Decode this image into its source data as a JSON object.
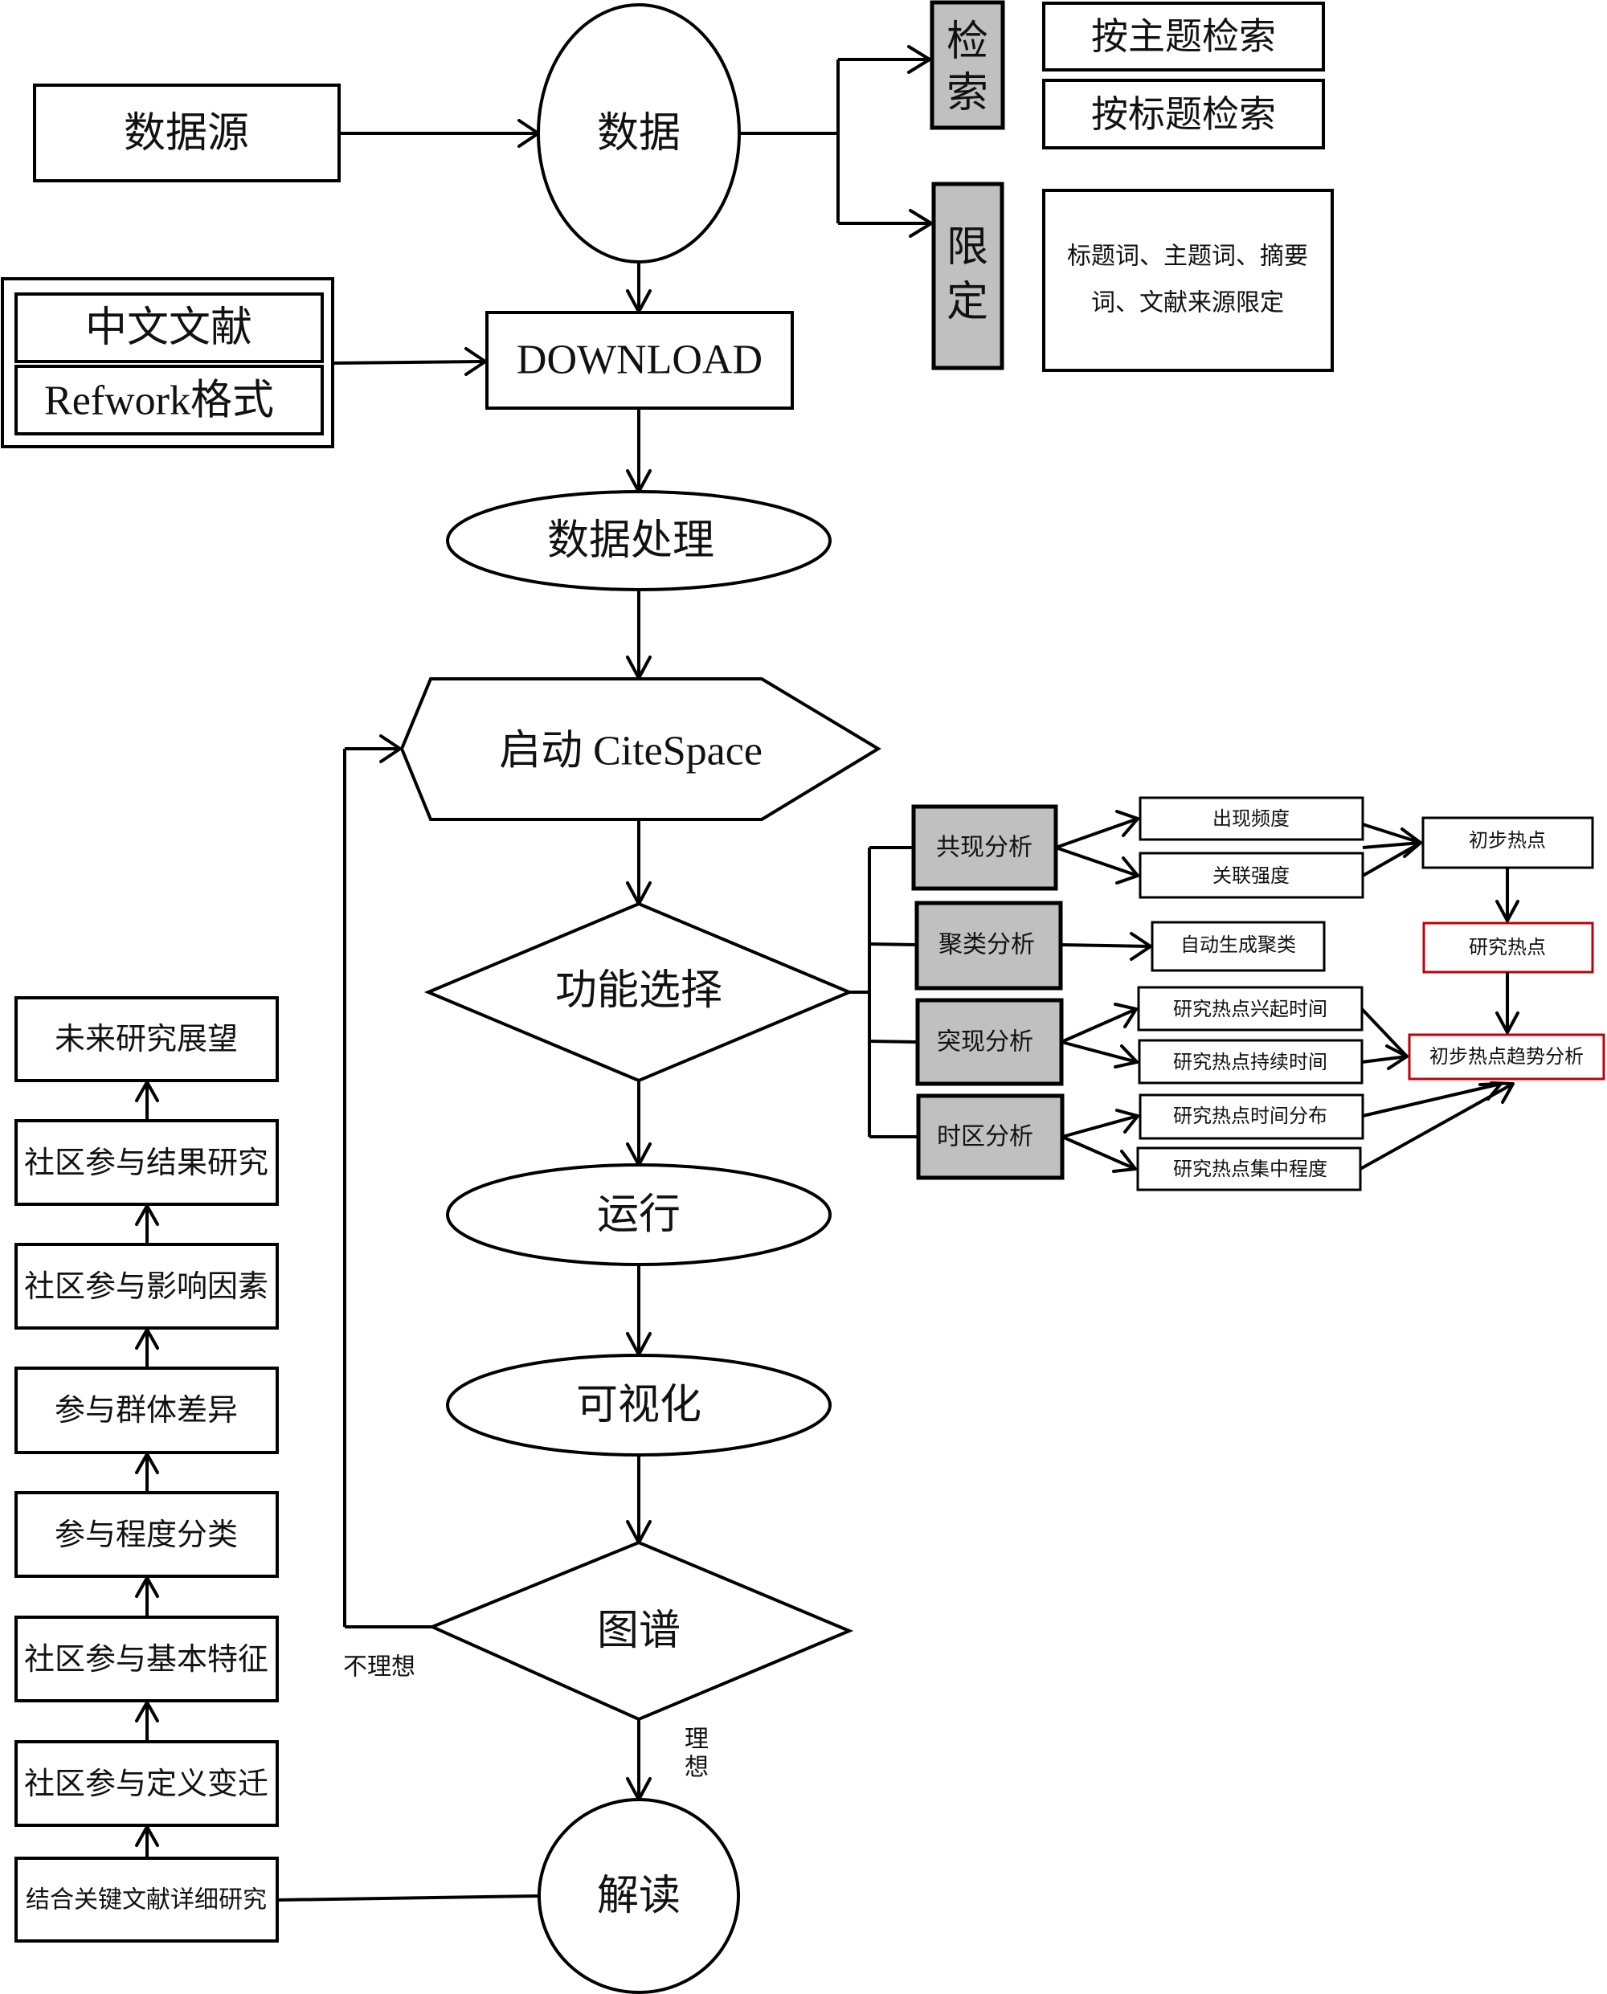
{
  "diagram": {
    "type": "flowchart",
    "nodes": {
      "data_source": "数据源",
      "data": "数据",
      "retrieve": "检索",
      "retrieve_by_topic": "按主题检索",
      "retrieve_by_title": "按标题检索",
      "limit": "限定",
      "limit_desc_line1": "标题词、主题词、摘要",
      "limit_desc_line2": "词、文献来源限定",
      "chinese_literature": "中文文献",
      "refwork_format": "Refwork格式",
      "download": "DOWNLOAD",
      "data_processing": "数据处理",
      "launch_citespace": "启动 CiteSpace",
      "function_select": "功能选择",
      "run": "运行",
      "visualize": "可视化",
      "map": "图谱",
      "interpret": "解读"
    },
    "branch_labels": {
      "not_ideal": "不理想",
      "ideal_1": "理",
      "ideal_2": "想"
    },
    "analyses": [
      {
        "label": "共现分析",
        "outputs": [
          "出现频度",
          "关联强度"
        ]
      },
      {
        "label": "聚类分析",
        "outputs": [
          "自动生成聚类"
        ]
      },
      {
        "label": "突现分析",
        "outputs": [
          "研究热点兴起时间",
          "研究热点持续时间"
        ]
      },
      {
        "label": "时区分析",
        "outputs": [
          "研究热点时间分布",
          "研究热点集中程度"
        ]
      }
    ],
    "hotspots": {
      "preliminary": "初步热点",
      "research": "研究热点",
      "trend": "初步热点趋势分析"
    },
    "research_steps": [
      "未来研究展望",
      "社区参与结果研究",
      "社区参与影响因素",
      "参与群体差异",
      "参与程度分类",
      "社区参与基本特征",
      "社区参与定义变迁",
      "结合关键文献详细研究"
    ],
    "colors": {
      "grey_fill": "#c0c0c0",
      "highlight_border": "#c0000c",
      "stroke": "#000000"
    }
  }
}
